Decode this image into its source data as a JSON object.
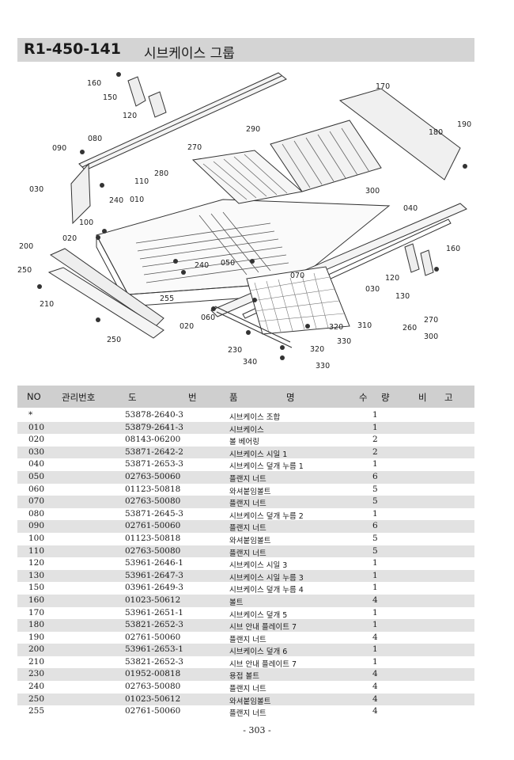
{
  "header": {
    "code": "R1-450-141",
    "title": "시브케이스 그룹"
  },
  "diagram": {
    "labels": [
      "160",
      "150",
      "120",
      "080",
      "090",
      "030",
      "240",
      "110",
      "010",
      "280",
      "270",
      "290",
      "170",
      "180",
      "190",
      "300",
      "040",
      "100",
      "020",
      "200",
      "250",
      "210",
      "255",
      "240",
      "050",
      "070",
      "060",
      "020",
      "160",
      "120",
      "130",
      "030",
      "310",
      "320",
      "330",
      "320",
      "330",
      "230",
      "340",
      "250",
      "260",
      "270",
      "300"
    ]
  },
  "table": {
    "columns": {
      "no": "NO",
      "mgmt": "관리번호",
      "dwg1": "도",
      "dwg2": "번",
      "name1": "품",
      "name2": "명",
      "qty1": "수",
      "qty2": "량",
      "note1": "비",
      "note2": "고"
    },
    "rows": [
      {
        "no": "*",
        "dwg": "53878-2640-3",
        "name": "시브케이스 조합",
        "qty": "1"
      },
      {
        "no": "010",
        "dwg": "53879-2641-3",
        "name": "시브케이스",
        "qty": "1"
      },
      {
        "no": "020",
        "dwg": "08143-06200",
        "name": "볼 베어링",
        "qty": "2"
      },
      {
        "no": "030",
        "dwg": "53871-2642-2",
        "name": "시브케이스 시일 1",
        "qty": "2"
      },
      {
        "no": "040",
        "dwg": "53871-2653-3",
        "name": "시브케이스 덮개 누름 1",
        "qty": "1"
      },
      {
        "no": "050",
        "dwg": "02763-50060",
        "name": "플랜지 너트",
        "qty": "6"
      },
      {
        "no": "060",
        "dwg": "01123-50818",
        "name": "와셔붙임볼트",
        "qty": "5"
      },
      {
        "no": "070",
        "dwg": "02763-50080",
        "name": "플랜지 너트",
        "qty": "5"
      },
      {
        "no": "080",
        "dwg": "53871-2645-3",
        "name": "시브케이스 덮개 누름 2",
        "qty": "1"
      },
      {
        "no": "090",
        "dwg": "02761-50060",
        "name": "플랜지 너트",
        "qty": "6"
      },
      {
        "no": "100",
        "dwg": "01123-50818",
        "name": "와셔붙임볼트",
        "qty": "5"
      },
      {
        "no": "110",
        "dwg": "02763-50080",
        "name": "플랜지 너트",
        "qty": "5"
      },
      {
        "no": "120",
        "dwg": "53961-2646-1",
        "name": "시브케이스 시일 3",
        "qty": "1"
      },
      {
        "no": "130",
        "dwg": "53961-2647-3",
        "name": "시브케이스 시일 누름 3",
        "qty": "1"
      },
      {
        "no": "150",
        "dwg": "03961-2649-3",
        "name": "시브케이스 덮개 누름 4",
        "qty": "1"
      },
      {
        "no": "160",
        "dwg": "01023-50612",
        "name": "볼트",
        "qty": "4"
      },
      {
        "no": "170",
        "dwg": "53961-2651-1",
        "name": "시브케이스 덮개 5",
        "qty": "1"
      },
      {
        "no": "180",
        "dwg": "53821-2652-3",
        "name": "시브 안내 플레이트 7",
        "qty": "1"
      },
      {
        "no": "190",
        "dwg": "02761-50060",
        "name": "플랜지 너트",
        "qty": "4"
      },
      {
        "no": "200",
        "dwg": "53961-2653-1",
        "name": "시브케이스 덮개 6",
        "qty": "1"
      },
      {
        "no": "210",
        "dwg": "53821-2652-3",
        "name": "시브 안내 플레이트 7",
        "qty": "1"
      },
      {
        "no": "230",
        "dwg": "01952-00818",
        "name": "용접 볼트",
        "qty": "4"
      },
      {
        "no": "240",
        "dwg": "02763-50080",
        "name": "플랜지 너트",
        "qty": "4"
      },
      {
        "no": "250",
        "dwg": "01023-50612",
        "name": "와셔붙임볼트",
        "qty": "4"
      },
      {
        "no": "255",
        "dwg": "02761-50060",
        "name": "플랜지 너트",
        "qty": "4"
      }
    ]
  },
  "page_number": "- 303 -"
}
